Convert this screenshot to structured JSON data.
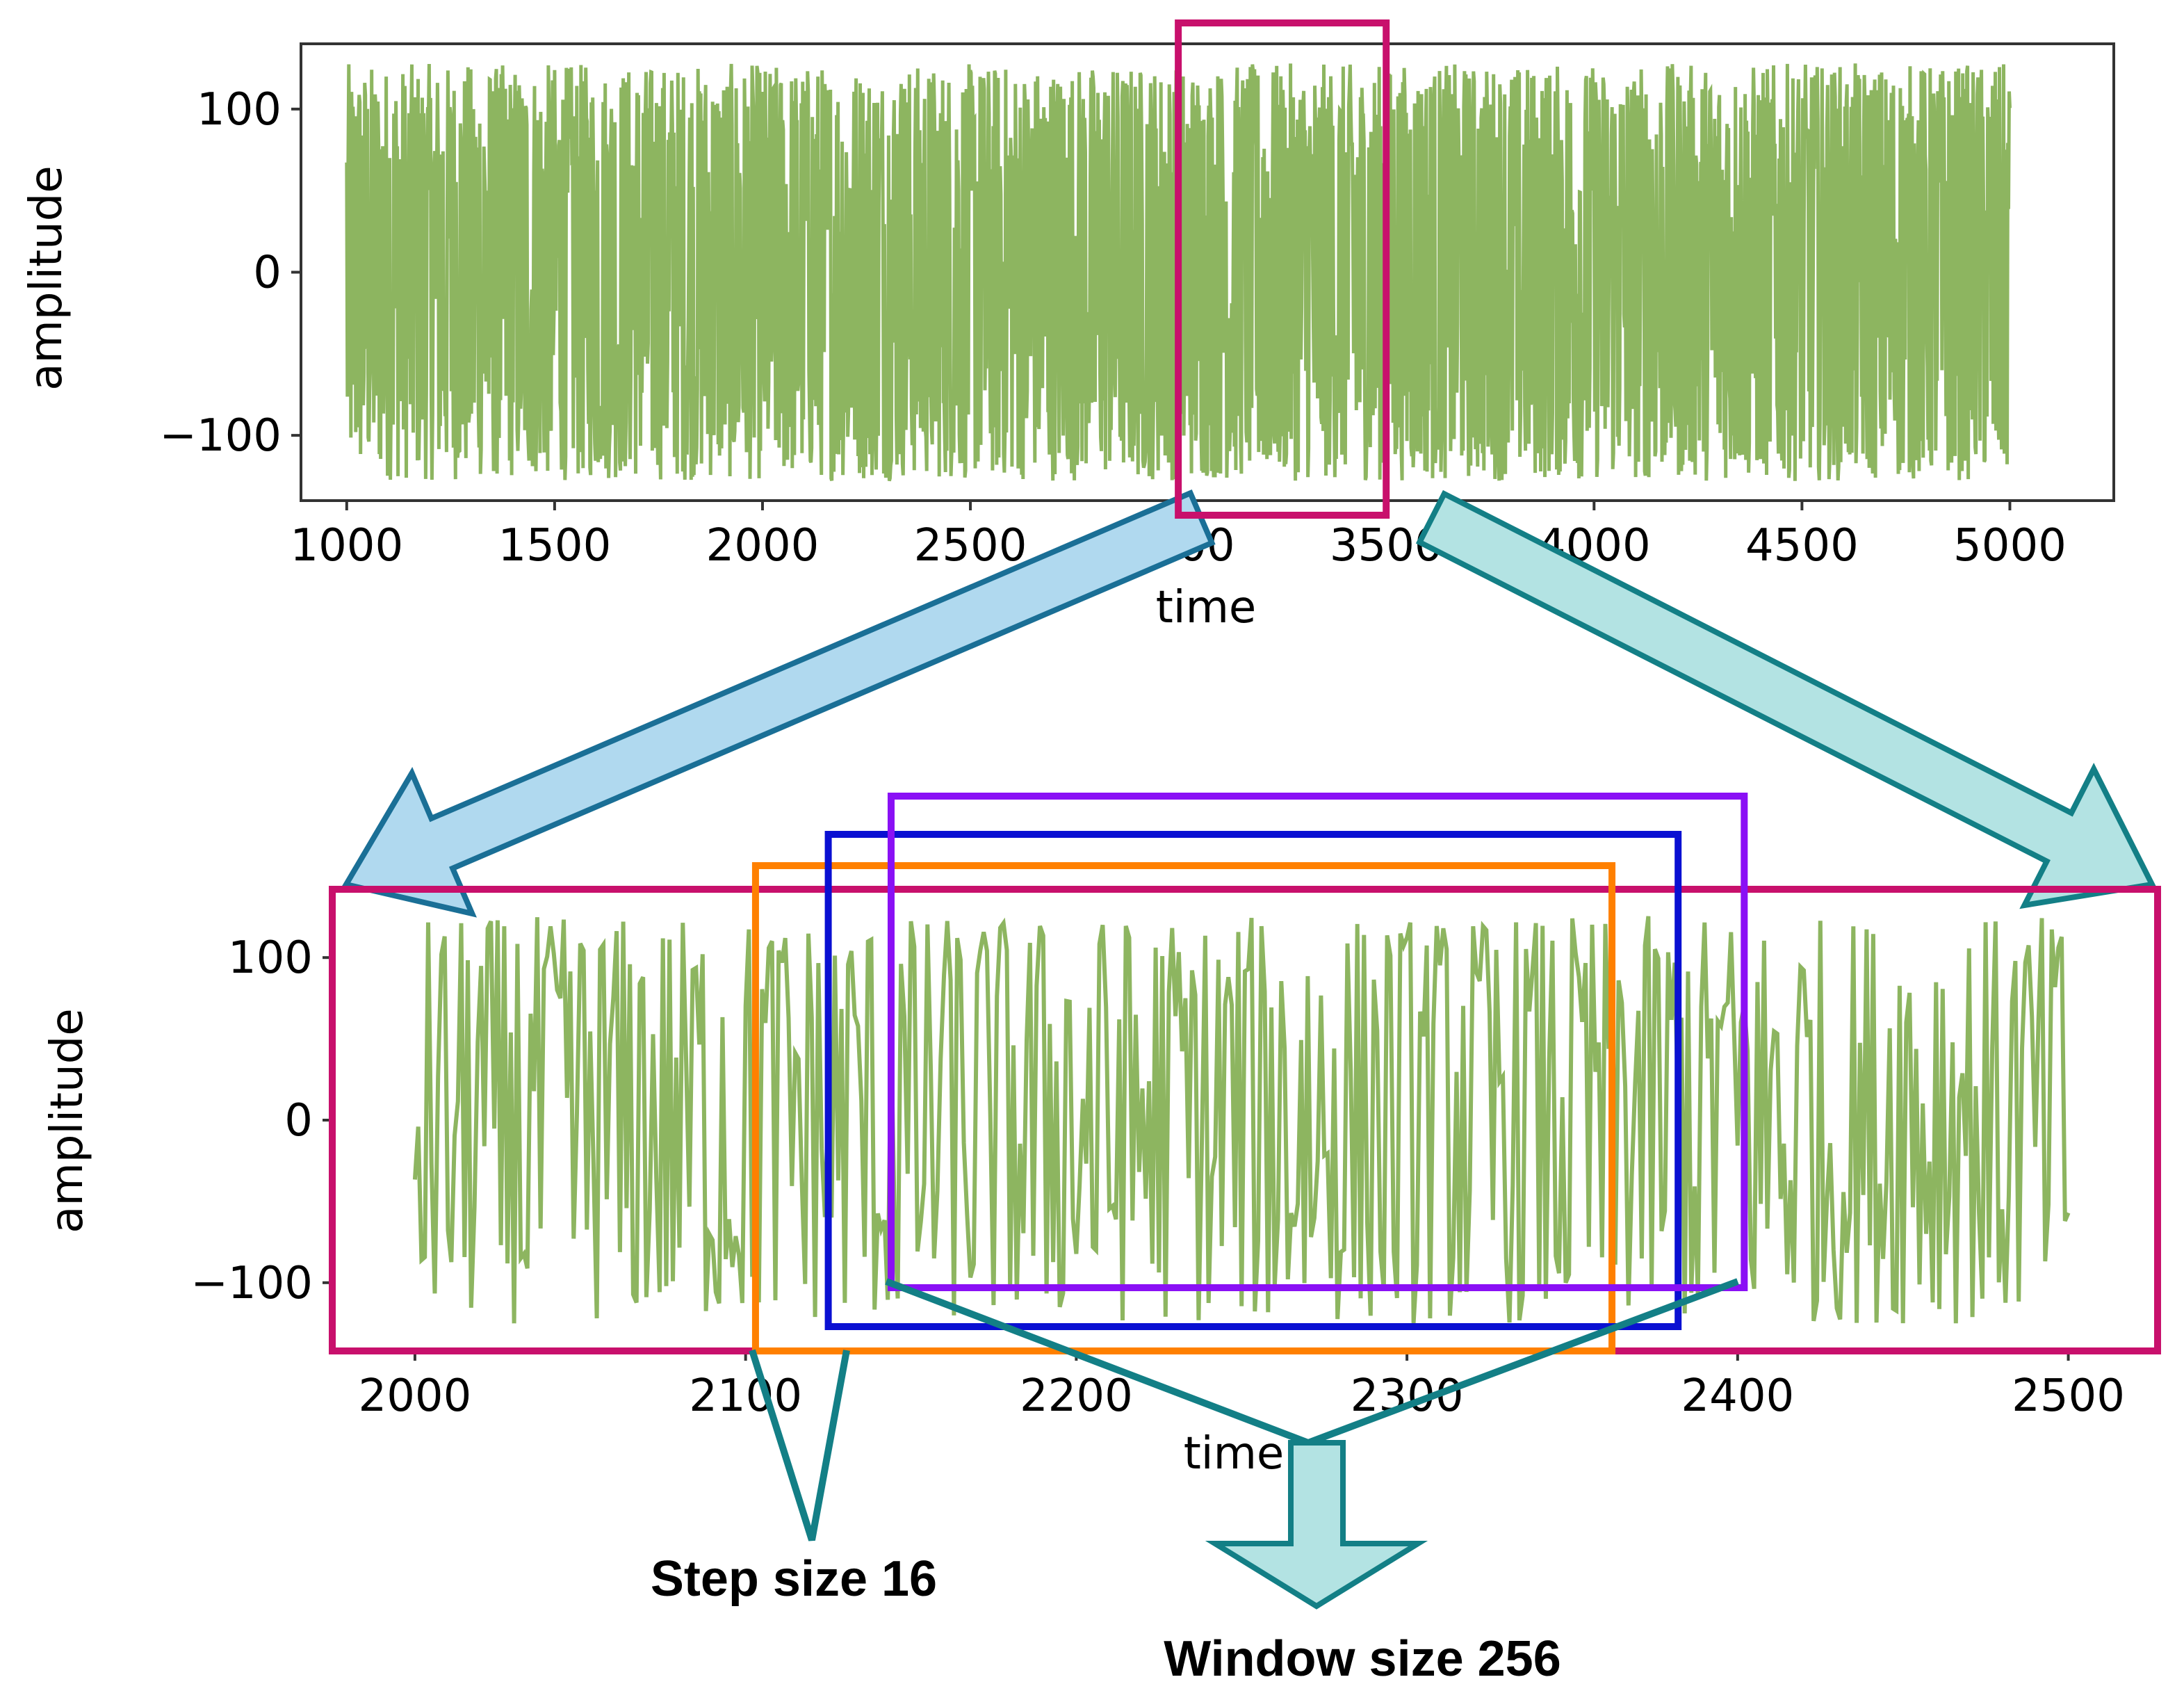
{
  "colors": {
    "signal": "#8db560",
    "zoom_box": "#c8106c",
    "window_orange": "#ff8000",
    "window_blue": "#0a10d2",
    "window_violet": "#8a10f5",
    "arrow_left_fill": "#b0d9ef",
    "arrow_left_stroke": "#1a6f96",
    "arrow_right_fill": "#b3e3e3",
    "arrow_right_stroke": "#137f86",
    "pointer": "#137f86"
  },
  "chart_data": [
    {
      "type": "line",
      "xlabel": "time",
      "ylabel": "amplitude",
      "xlim": [
        890,
        5250
      ],
      "ylim": [
        -140,
        140
      ],
      "xticks": [
        "1000",
        "1500",
        "2000",
        "2500",
        "3000",
        "3500",
        "4000",
        "4500",
        "5000"
      ],
      "yticks": [
        "100",
        "0",
        "−100"
      ],
      "x_range": [
        1000,
        5000
      ],
      "amplitude_range": [
        -128,
        128
      ],
      "highlight": {
        "x0": 3000,
        "x1": 3500
      }
    },
    {
      "type": "line",
      "xlabel": "time",
      "ylabel": "amplitude",
      "xlim": [
        1975,
        2527
      ],
      "ylim": [
        -142,
        142
      ],
      "xticks": [
        "2000",
        "2100",
        "2200",
        "2300",
        "2400",
        "2500"
      ],
      "yticks": [
        "100",
        "0",
        "−100"
      ],
      "x_range": [
        2000,
        2500
      ],
      "amplitude_range": [
        -128,
        128
      ],
      "windows": [
        {
          "name": "window-1",
          "x0": 2103,
          "x1": 2362
        },
        {
          "name": "window-2",
          "x0": 2125,
          "x1": 2382
        },
        {
          "name": "window-3",
          "x0": 2144,
          "x1": 2402
        }
      ]
    }
  ],
  "annotations": {
    "step_size": "Step size 16",
    "window_size": "Window size 256"
  }
}
